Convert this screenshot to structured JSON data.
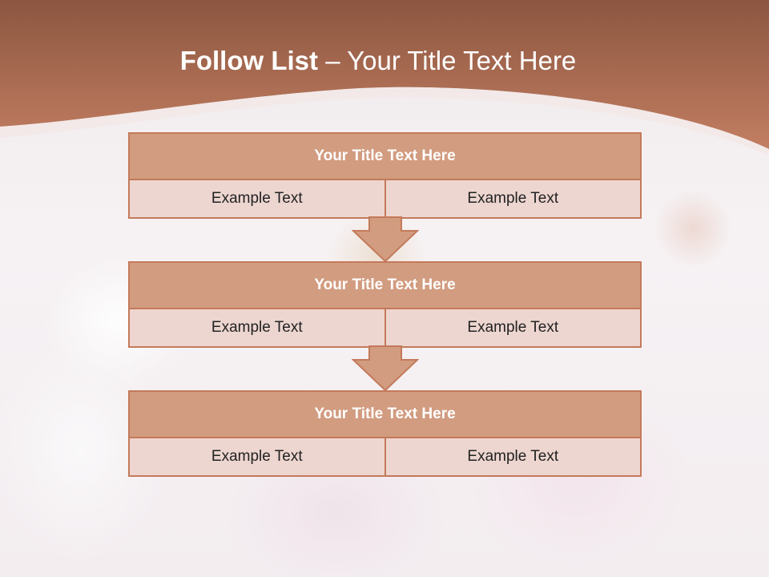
{
  "title": {
    "bold": "Follow List",
    "rest": " – Your Title Text Here"
  },
  "blocks": [
    {
      "header": "Your Title Text Here",
      "left": "Example Text",
      "right": "Example Text"
    },
    {
      "header": "Your Title Text Here",
      "left": "Example Text",
      "right": "Example Text"
    },
    {
      "header": "Your Title Text Here",
      "left": "Example Text",
      "right": "Example Text"
    }
  ],
  "colors": {
    "header_band": "#b8715a",
    "block_header": "#d29c80",
    "block_cell": "#edd6d0",
    "border": "#c47a5a"
  }
}
